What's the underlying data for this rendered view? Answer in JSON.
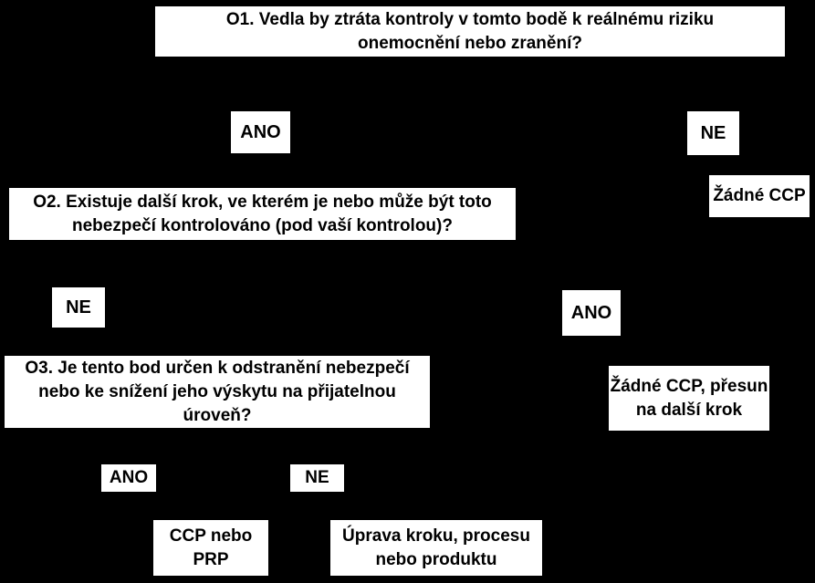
{
  "diagram": {
    "type": "decision-tree-flowchart",
    "nodes": {
      "q1": {
        "text": [
          "O1. Vedla by ztráta kontroly v tomto bodě k reálnému riziku",
          "onemocnění nebo zranění?"
        ]
      },
      "q1_yes": {
        "text": "ANO"
      },
      "q1_no": {
        "text": "NE"
      },
      "no_ccp": {
        "text": "Žádné CCP"
      },
      "q2": {
        "text": [
          "O2. Existuje další krok, ve kterém je nebo může být toto",
          "nebezpečí kontrolováno (pod vaší kontrolou)?"
        ]
      },
      "q2_no": {
        "text": "NE"
      },
      "q2_yes": {
        "text": "ANO"
      },
      "q3": {
        "text": [
          "O3. Je tento bod určen k odstranění nebezpečí",
          "nebo ke snížení jeho výskytu na přijatelnou",
          "úroveň?"
        ]
      },
      "no_ccp_next_step": {
        "text": [
          "Žádné CCP, přesun",
          "na další krok"
        ]
      },
      "q3_yes": {
        "text": "ANO"
      },
      "q3_no": {
        "text": "NE"
      },
      "ccp_or_prp": {
        "text": [
          "CCP nebo",
          "PRP"
        ]
      },
      "modify_step": {
        "text": [
          "Úprava kroku, procesu",
          "nebo produktu"
        ]
      }
    },
    "colors": {
      "background": "#000000",
      "box_background": "#ffffff",
      "box_text": "#000000"
    }
  }
}
